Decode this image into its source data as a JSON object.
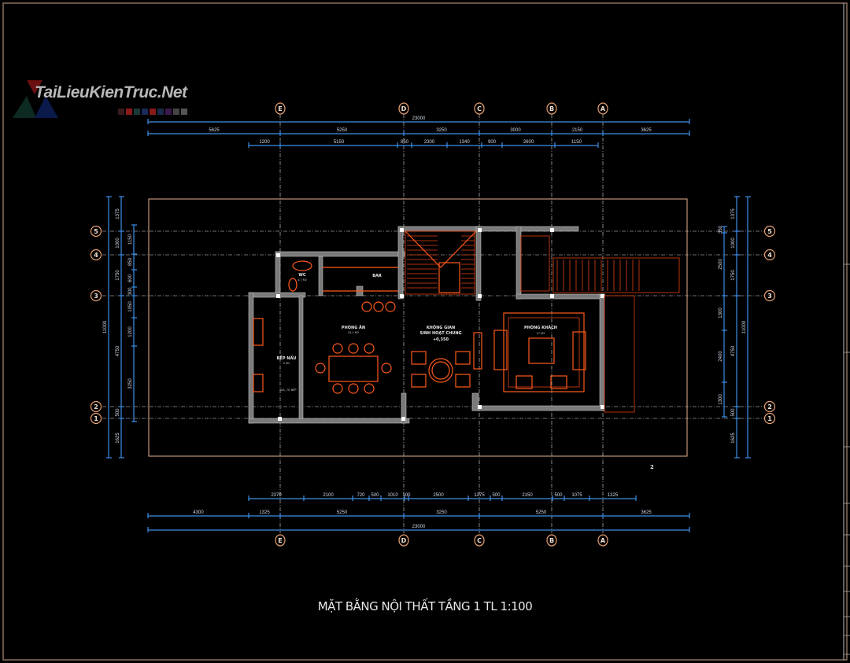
{
  "drawing_title": "MẶT BẰNG NỘI THẤT TẦNG 1 TL 1:100",
  "watermark": "TaiLieuKienTruc.Net",
  "sheet_number": "2",
  "axes_columns": [
    "E",
    "D",
    "C",
    "B",
    "A"
  ],
  "axes_rows": [
    "5",
    "4",
    "3",
    "2",
    "1"
  ],
  "top_dims": {
    "overall": "23000",
    "axis": [
      "5625",
      "5250",
      "3250",
      "3000",
      "2150",
      "3625"
    ],
    "detail": [
      "1200",
      "5150",
      "850",
      "2300",
      "1340",
      "900",
      "2600",
      "1150"
    ]
  },
  "bottom_dims": {
    "overall": "23000",
    "axis": [
      "4300",
      "1325",
      "5250",
      "3250",
      "5250",
      "3625"
    ],
    "detail": [
      "2370",
      "2100",
      "720",
      "500",
      "1010",
      "100",
      "2500",
      "1275",
      "500",
      "2150",
      "500",
      "1075",
      "1325"
    ]
  },
  "left_dims": {
    "overall": "11000",
    "axis": [
      "1375",
      "1000",
      "1750",
      "4750",
      "500",
      "1625"
    ],
    "detail": [
      "1150",
      "850",
      "600",
      "300",
      "1050",
      "1200",
      "3250"
    ]
  },
  "right_dims": {
    "overall": "11000",
    "axis": [
      "1375",
      "1000",
      "1750",
      "4750",
      "500",
      "1625"
    ],
    "detail": [
      "350",
      "2500",
      "1300",
      "2400",
      "1300"
    ]
  },
  "rooms": {
    "wc": {
      "name": "WC",
      "area": "4,7 M2"
    },
    "bar": {
      "name": "BAR"
    },
    "dining": {
      "name": "PHÒNG ĂN",
      "area": "24,1 M2"
    },
    "living_common": {
      "name1": "KHÔNG GIAN",
      "name2": "SINH HOẠT CHUNG",
      "level": "+0,350"
    },
    "living": {
      "name": "PHÒNG KHÁCH",
      "area": "27 M2"
    },
    "kitchen": {
      "name": "BẾP NẤU",
      "area": "9 M2",
      "note": "GIÁ, TỦ BẾP"
    }
  },
  "colors": {
    "dimension": "#3d8fe8",
    "furniture": "#ff5a1a",
    "wall": "#7a7a7a",
    "axis_circle": "#e8a070",
    "background": "#000000"
  }
}
